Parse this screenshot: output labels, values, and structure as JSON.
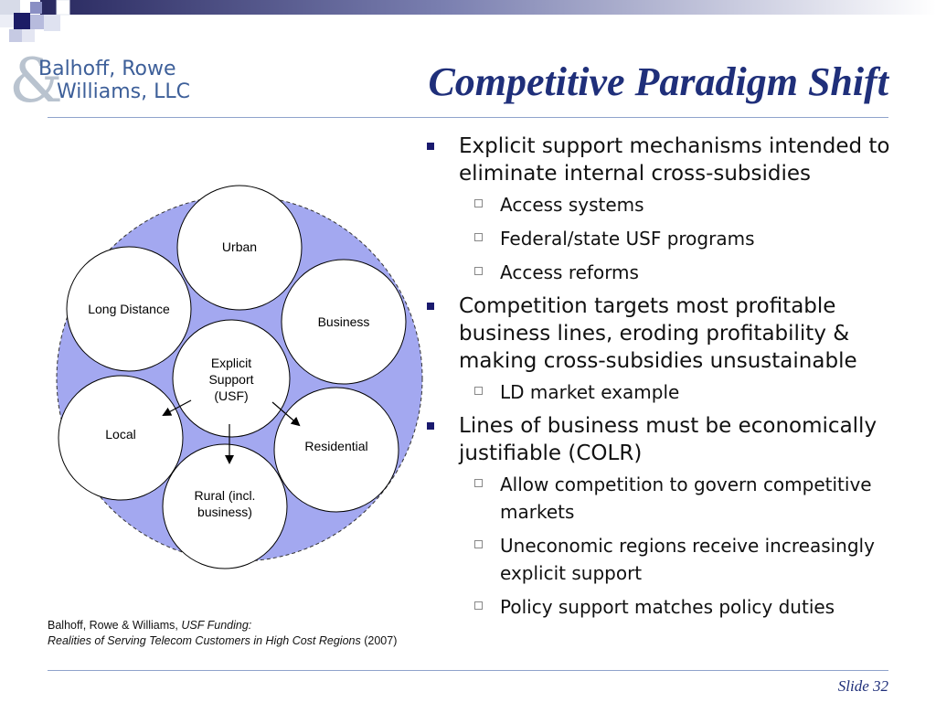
{
  "header": {
    "logo": {
      "line1": "Balhoff, Rowe",
      "line2": "Williams, LLC",
      "ampersand": "&"
    },
    "title": "Competitive Paradigm Shift"
  },
  "diagram": {
    "center": [
      "Explicit",
      "Support",
      "(USF)"
    ],
    "circles": {
      "urban": [
        "Urban"
      ],
      "long_distance": [
        "Long Distance"
      ],
      "business": [
        "Business"
      ],
      "local": [
        "Local"
      ],
      "residential": [
        "Residential"
      ],
      "rural": [
        "Rural (incl.",
        "business)"
      ]
    }
  },
  "bullets": [
    {
      "text": "Explicit support mechanisms intended to eliminate internal cross-subsidies",
      "sub": [
        "Access systems",
        "Federal/state USF programs",
        "Access reforms"
      ]
    },
    {
      "text": "Competition targets most profitable business lines, eroding profitability & making cross-subsidies unsustainable",
      "sub": [
        "LD market example"
      ]
    },
    {
      "text": "Lines of business must be economically justifiable (COLR)",
      "sub": [
        "Allow competition to govern competitive markets",
        "Uneconomic regions receive increasingly explicit support",
        "Policy support matches policy duties"
      ]
    }
  ],
  "citation": {
    "author": "Balhoff, Rowe & Williams",
    "title1": "USF Funding:",
    "title2": "Realities of Serving Telecom Customers in High Cost Regions",
    "year": "(2007)"
  },
  "footer": {
    "slide_label": "Slide 32"
  },
  "colors": {
    "title": "#1f2f7a",
    "lavender": "#a3a8f0",
    "rule": "#8fa3cc",
    "logo_blue": "#3d5f99"
  }
}
